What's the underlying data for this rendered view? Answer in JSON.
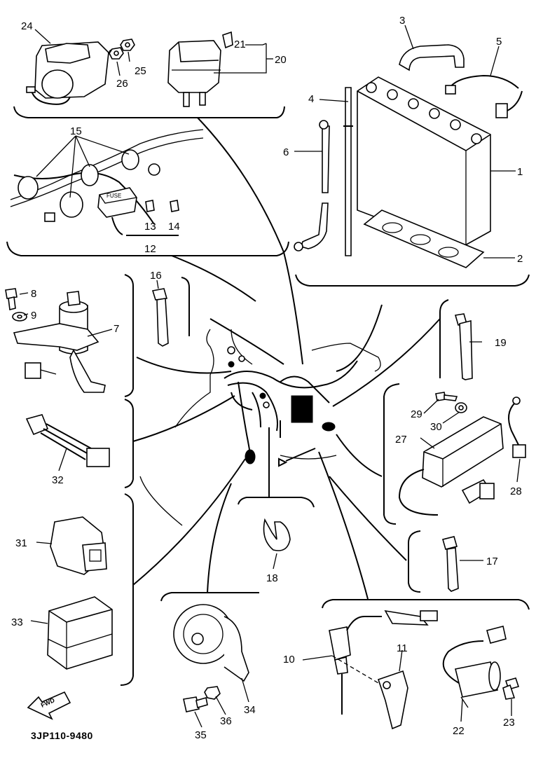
{
  "diagram": {
    "drawing_code": "3JP110-9480",
    "front_marker": "FWD",
    "fuse_label": "FUSE",
    "callouts": {
      "c1": "1",
      "c2": "2",
      "c3": "3",
      "c4": "4",
      "c5": "5",
      "c6": "6",
      "c7": "7",
      "c8": "8",
      "c9": "9",
      "c10": "10",
      "c11": "11",
      "c12": "12",
      "c13": "13",
      "c14": "14",
      "c15": "15",
      "c16": "16",
      "c17": "17",
      "c18": "18",
      "c19": "19",
      "c20": "20",
      "c21": "21",
      "c22": "22",
      "c23": "23",
      "c24": "24",
      "c25": "25",
      "c26": "26",
      "c27": "27",
      "c28": "28",
      "c29": "29",
      "c30": "30",
      "c31": "31",
      "c32": "32",
      "c33": "33",
      "c34": "34",
      "c35": "35",
      "c36": "36"
    }
  }
}
